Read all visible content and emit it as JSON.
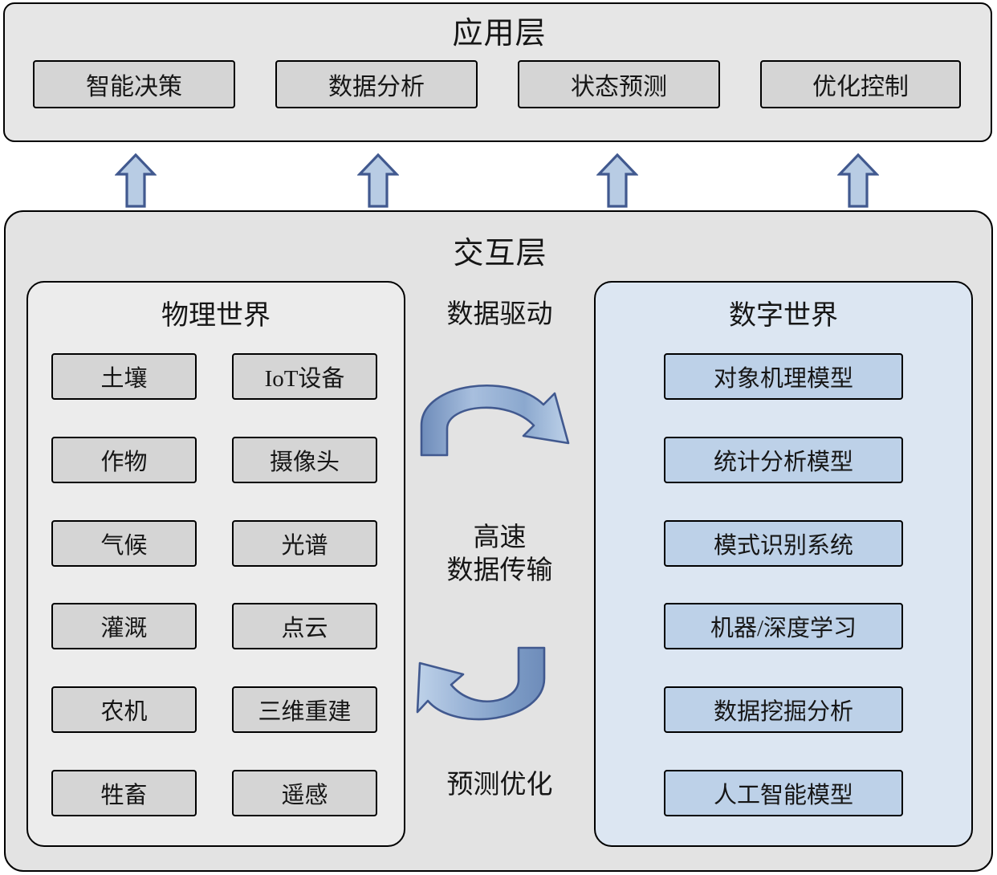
{
  "application_layer": {
    "title": "应用层",
    "boxes": [
      {
        "label": "智能决策"
      },
      {
        "label": "数据分析"
      },
      {
        "label": "状态预测"
      },
      {
        "label": "优化控制"
      }
    ]
  },
  "connectors": {
    "up_arrows_count": 4,
    "up_arrow_icon": "arrow-up-icon",
    "fill": "#b8cce4",
    "stroke": "#41598f"
  },
  "interaction_layer": {
    "title": "交互层",
    "physical_world": {
      "title": "物理世界",
      "column_left": [
        {
          "label": "土壤"
        },
        {
          "label": "作物"
        },
        {
          "label": "气候"
        },
        {
          "label": "灌溉"
        },
        {
          "label": "农机"
        },
        {
          "label": "牲畜"
        }
      ],
      "column_right": [
        {
          "label": "IoT设备"
        },
        {
          "label": "摄像头"
        },
        {
          "label": "光谱"
        },
        {
          "label": "点云"
        },
        {
          "label": "三维重建"
        },
        {
          "label": "遥感"
        }
      ]
    },
    "center": {
      "top_label": "数据驱动",
      "middle_label_line1": "高速",
      "middle_label_line2": "数据传输",
      "bottom_label": "预测优化",
      "top_arrow_icon": "curved-arrow-right-icon",
      "bottom_arrow_icon": "curved-arrow-left-icon"
    },
    "digital_world": {
      "title": "数字世界",
      "items": [
        {
          "label": "对象机理模型"
        },
        {
          "label": "统计分析模型"
        },
        {
          "label": "模式识别系统"
        },
        {
          "label": "机器/深度学习"
        },
        {
          "label": "数据挖掘分析"
        },
        {
          "label": "人工智能模型"
        }
      ]
    }
  },
  "colors": {
    "layer_fill": "#e6e6e6",
    "interaction_fill": "#e3e3e3",
    "physical_panel_fill": "#ececec",
    "physical_box_fill": "#d5d5d5",
    "digital_panel_fill": "#dce6f2",
    "digital_box_fill": "#bdd1e8",
    "arrow_fill": "#b8cce4",
    "arrow_stroke": "#41598f",
    "border": "#000000",
    "text": "#161616"
  }
}
